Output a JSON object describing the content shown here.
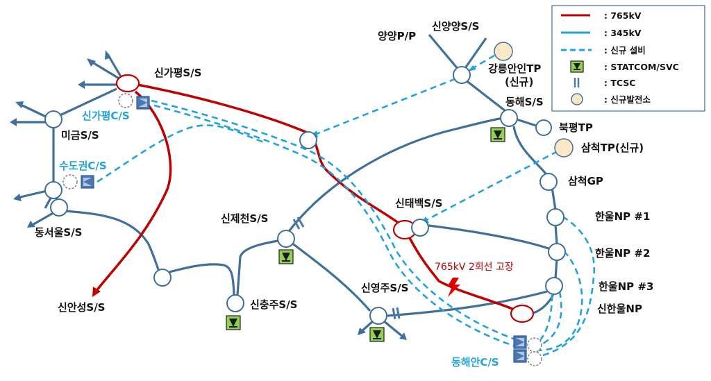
{
  "legend": {
    "items": [
      {
        "label": ": 765kV"
      },
      {
        "label": ": 345kV"
      },
      {
        "label": ": 신규 설비"
      },
      {
        "label": ": STATCOM/SVC"
      },
      {
        "label": ": TCSC"
      },
      {
        "label": ": 신규발전소"
      }
    ]
  },
  "labels": {
    "singapyeong": "신가평S/S",
    "singapyeong_cs": "신가평C/S",
    "migeum": "미금S/S",
    "sudogwon_cs": "수도권C/S",
    "dongseoul": "동서울S/S",
    "sinanseong": "신안성S/S",
    "yangyang_pp": "양양P/P",
    "sinyangyang": "신양양S/S",
    "gangneung_anin": "강릉안인TP",
    "gangneung_anin_sub": "(신규)",
    "donghae": "동해S/S",
    "bukpyeong": "북평TP",
    "samcheok_tp": "삼척TP(신규)",
    "samcheok_gp": "삼척GP",
    "sintaebaek": "신태백S/S",
    "sinjecheon": "신제천S/S",
    "hanul1": "한울NP #1",
    "hanul2": "한울NP #2",
    "hanul3": "한울NP #3",
    "sinhanul": "신한울NP",
    "sinchungju": "신충주S/S",
    "sinyeongju": "신영주S/S",
    "donghaean_cs": "동해안C/S",
    "fault": "765kV 2회선 고장"
  },
  "colors": {
    "line_765kv": "#c00000",
    "line_345kv": "#3f6f9c",
    "line_new": "#1fa3e0",
    "statcom_fill": "#92d050",
    "tcsc": "#4a78b0",
    "new_plant_fill": "#fce8c4"
  }
}
